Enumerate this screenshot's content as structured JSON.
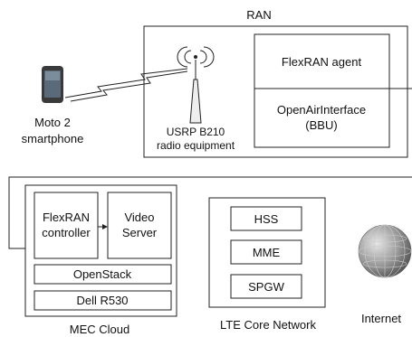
{
  "ran": {
    "title": "RAN",
    "flexran_agent": "FlexRAN agent",
    "oai_line1": "OpenAirInterface",
    "oai_line2": "(BBU)",
    "radio_line1": "USRP B210",
    "radio_line2": "radio equipment"
  },
  "phone": {
    "line1": "Moto 2",
    "line2": "smartphone"
  },
  "mec": {
    "title": "MEC Cloud",
    "controller_line1": "FlexRAN",
    "controller_line2": "controller",
    "video_line1": "Video",
    "video_line2": "Server",
    "openstack": "OpenStack",
    "dell": "Dell R530"
  },
  "core": {
    "title": "LTE Core Network",
    "hss": "HSS",
    "mme": "MME",
    "spgw": "SPGW"
  },
  "internet": {
    "label": "Internet"
  }
}
